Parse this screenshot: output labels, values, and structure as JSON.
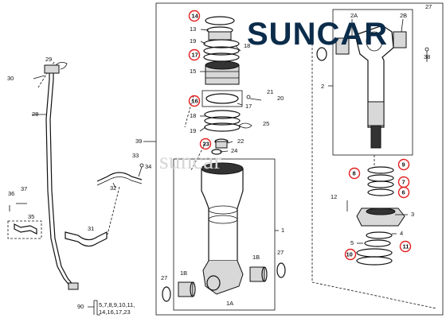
{
  "brand": {
    "logo_text": "SUNCAR",
    "watermark_text": "suncar",
    "logo_color": "#0b2c4a",
    "accent_color": "#e32020"
  },
  "callouts": {
    "c90_main": "90",
    "c90_list_1": "5,7,8,9,10,11,",
    "c90_list_2": "14,16,17,23",
    "c28": "28",
    "c29": "29",
    "c30": "30",
    "c31": "31",
    "c32": "32",
    "c33": "33",
    "c34": "34",
    "c35": "35",
    "c36": "36",
    "c37": "37",
    "c39": "39",
    "c14": "14",
    "c13": "13",
    "c19a": "19",
    "c18a": "18",
    "c17a": "17",
    "c15": "15",
    "c21": "21",
    "c20": "20",
    "c16": "16",
    "c17b": "17",
    "c18b": "18",
    "c19b": "19",
    "c25": "25",
    "c22": "22",
    "c23": "23",
    "c24": "24",
    "c27a": "27",
    "c27b": "27",
    "c27c": "27",
    "c1B_a": "1B",
    "c1B_b": "1B",
    "c1A": "1A",
    "c1": "1",
    "c2A": "2A",
    "c2B": "2B",
    "c38": "38",
    "c2": "2",
    "c8": "8",
    "c9": "9",
    "c7": "7",
    "c6": "6",
    "c12": "12",
    "c3": "3",
    "c4": "4",
    "c5": "5",
    "c10": "10",
    "c11": "11"
  }
}
